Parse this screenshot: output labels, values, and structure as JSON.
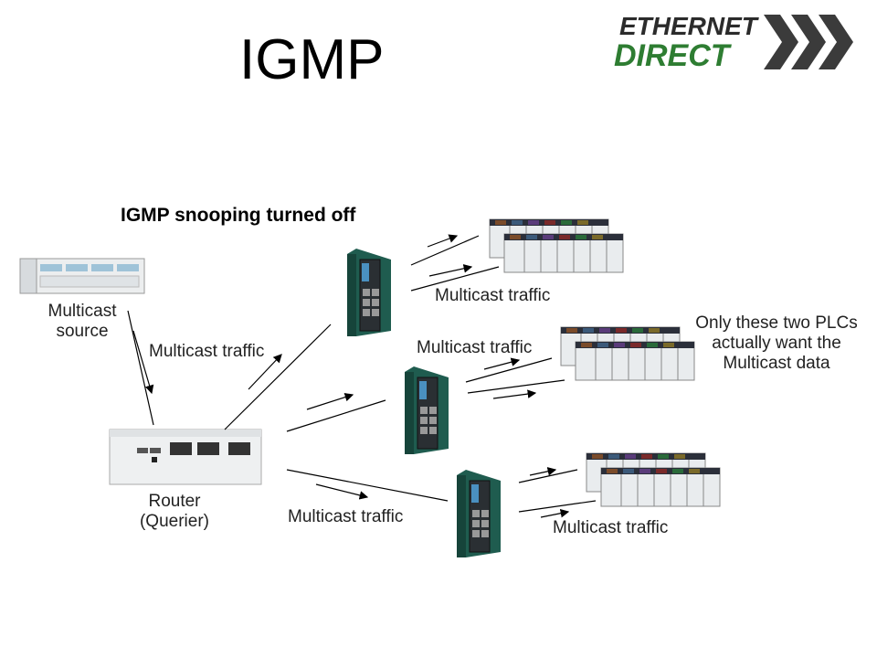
{
  "slide": {
    "title": "IGMP",
    "subtitle": "IGMP snooping turned off"
  },
  "logo": {
    "line1": "ETHERNET",
    "line2": "DIRECT",
    "colors": {
      "dark": "#2b2b2b",
      "green": "#2e7d32",
      "chevron": "#3b3b3b"
    }
  },
  "labels": {
    "multicast_source": [
      "Multicast",
      "source"
    ],
    "router": [
      "Router",
      "(Querier)"
    ],
    "traffic_source_router": "Multicast traffic",
    "traffic_top": "Multicast traffic",
    "traffic_middle": "Multicast traffic",
    "traffic_bottom_left": "Multicast traffic",
    "traffic_bottom_right": "Multicast traffic",
    "note": [
      "Only these two PLCs",
      "actually want the",
      "Multicast data"
    ]
  },
  "devices": {
    "switch_color": "#1f5c4f",
    "plc_color": "#e8ebec"
  }
}
